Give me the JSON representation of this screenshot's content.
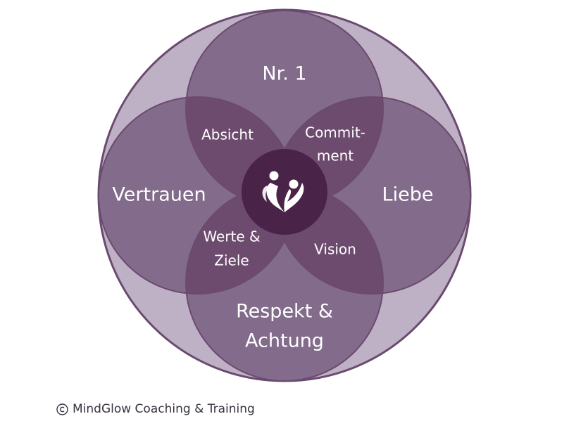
{
  "colors": {
    "outer_fill": "#bfb1c5",
    "circle_fill": "#836b8b",
    "lens_fill": "#6d4b6e",
    "center_fill": "#4a2448",
    "stroke": "#6b4a6f",
    "text": "#ffffff"
  },
  "circles": {
    "top": "Nr. 1",
    "left": "Vertrauen",
    "right": "Liebe",
    "bottom_line1": "Respekt &",
    "bottom_line2": "Achtung"
  },
  "overlaps": {
    "top_left": "Absicht",
    "top_right_line1": "Commit-",
    "top_right_line2": "ment",
    "bottom_left_line1": "Werte &",
    "bottom_left_line2": "Ziele",
    "bottom_right": "Vision"
  },
  "center_icon": "couple-heart-icon",
  "footer": {
    "copyright_icon": "copyright-icon",
    "text": "MindGlow Coaching & Training"
  }
}
